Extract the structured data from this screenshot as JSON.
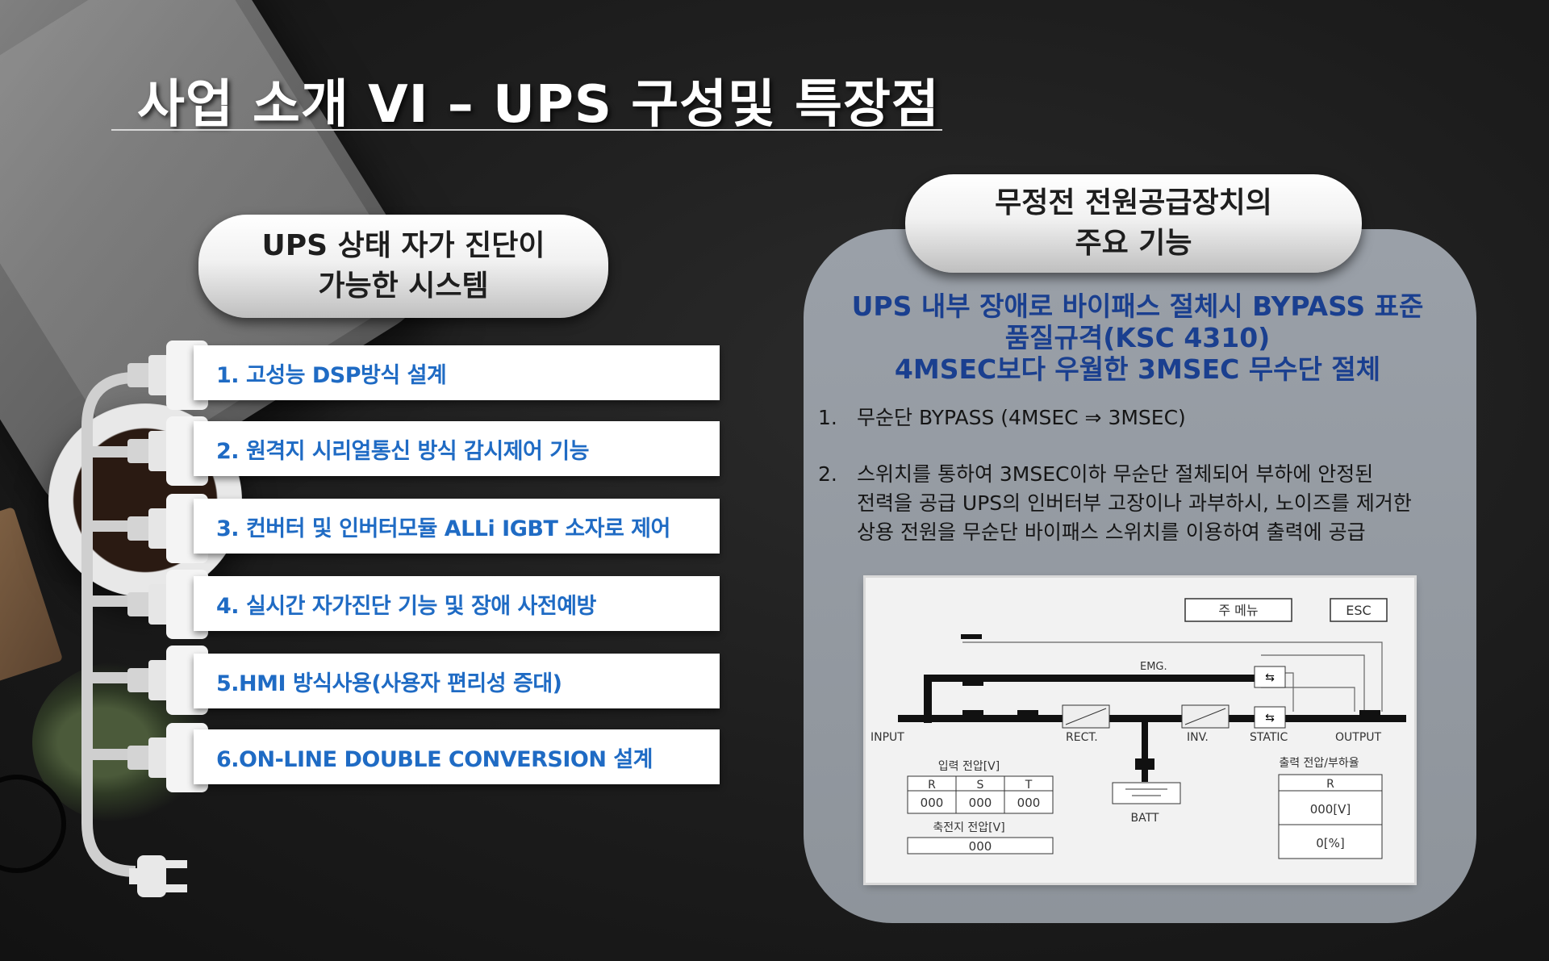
{
  "title": "사업 소개 VI – UPS 구성및 특장점",
  "left_panel": {
    "heading_line1": "UPS 상태 자가 진단이",
    "heading_line2": "가능한 시스템",
    "features": [
      "1. 고성능 DSP방식 설계",
      "2. 원격지 시리얼통신 방식 감시제어 기능",
      "3. 컨버터 및 인버터모듈 ALLi IGBT 소자로 제어",
      "4. 실시간 자가진단 기능 및 장애 사전예방",
      "5.HMI 방식사용(사용자 편리성 증대)",
      "6.ON-LINE DOUBLE CONVERSION 설계"
    ]
  },
  "right_panel": {
    "heading_line1": "무정전 전원공급장치의",
    "heading_line2": "주요 기능",
    "subheading": [
      "UPS 내부 장애로 바이패스 절체시 BYPASS 표준",
      "품질규격(KSC 4310)",
      "4MSEC보다 우월한 3MSEC 무수단 절체"
    ],
    "items": [
      {
        "num": "1.",
        "lines": [
          "무순단 BYPASS (4MSEC ⇒ 3MSEC)"
        ]
      },
      {
        "num": "2.",
        "lines": [
          "스위치를 통하여 3MSEC이하 무순단 절체되어 부하에 안정된",
          "전력을 공급 UPS의 인버터부 고장이나 과부하시, 노이즈를 제거한",
          "상용 전원을 무순단 바이패스 스위치를 이용하여 출력에 공급"
        ]
      }
    ]
  },
  "diagram": {
    "menu_button": "주 메뉴",
    "esc_button": "ESC",
    "labels": {
      "emg": "EMG.",
      "input": "INPUT",
      "rect": "RECT.",
      "inv": "INV.",
      "static": "STATIC",
      "output": "OUTPUT",
      "batt": "BATT"
    },
    "input_voltage": {
      "title": "입력 전압[V]",
      "phases": [
        "R",
        "S",
        "T"
      ],
      "values": [
        "000",
        "000",
        "000"
      ]
    },
    "battery_voltage": {
      "title": "축전지 전압[V]",
      "value": "000"
    },
    "output": {
      "title": "출력 전압/부하율",
      "phase": "R",
      "voltage": "000[V]",
      "load": "0[%]"
    }
  },
  "colors": {
    "accent_blue": "#1f6bc4",
    "heading_navy": "#1a3f8f",
    "panel_gray": "#959ba2"
  }
}
